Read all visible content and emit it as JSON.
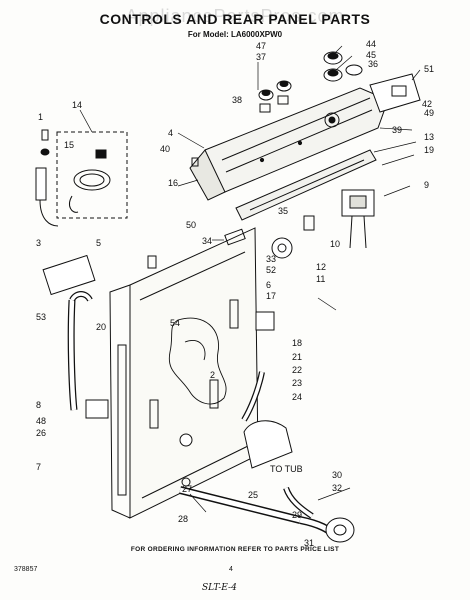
{
  "header": {
    "title": "CONTROLS AND REAR PANEL PARTS",
    "model": "For Model: LA6000XPW0",
    "watermark": "AppliancePartsPros.com"
  },
  "footer": {
    "ordering_note": "FOR ORDERING INFORMATION REFER TO PARTS PRICE LIST",
    "doc_number": "378857",
    "page_number": "4",
    "handwritten": "SLT-E-4"
  },
  "part_callouts": [
    "1",
    "2",
    "3",
    "4",
    "5",
    "6",
    "7",
    "8",
    "9",
    "10",
    "11",
    "12",
    "13",
    "14",
    "15",
    "16",
    "17",
    "18",
    "19",
    "20",
    "21",
    "22",
    "23",
    "24",
    "25",
    "26",
    "27",
    "28",
    "29",
    "30",
    "31",
    "32",
    "33",
    "34",
    "35",
    "36",
    "37",
    "38",
    "39",
    "40",
    "42",
    "44",
    "45",
    "47",
    "48",
    "49",
    "50",
    "51",
    "52",
    "53",
    "54"
  ],
  "diagram_text": {
    "to_tub": "TO TUB"
  }
}
